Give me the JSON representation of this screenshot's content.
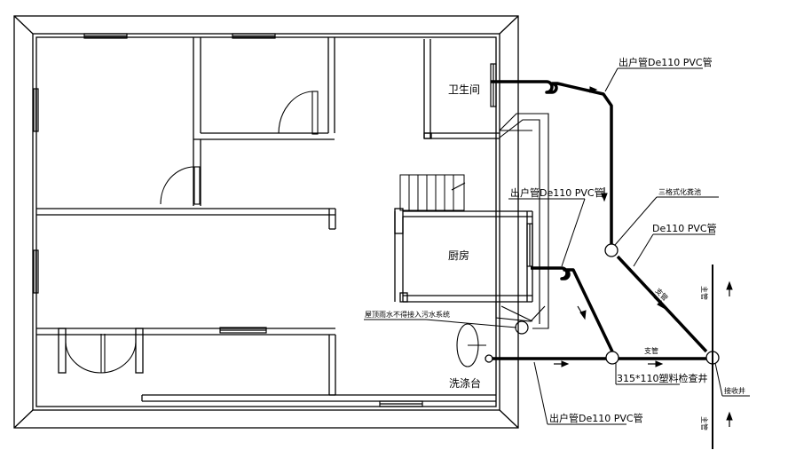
{
  "rooms": {
    "bathroom": "卫生间",
    "kitchen": "厨房",
    "wash_basin": "洗涤台"
  },
  "pipes": {
    "top_outlet": "出户管De110 PVC管",
    "mid_outlet": "出户管De110 PVC管",
    "bottom_outlet": "出户管De110 PVC管",
    "main_pipe": "De110 PVC管",
    "septic_tank": "三格式化粪池",
    "inspection_well": "315*110塑料检查井",
    "receiving_well": "接收井",
    "branch_pipe_a": "支管",
    "branch_pipe_b": "支管",
    "main_label_top": "主管",
    "main_label_bottom": "主管"
  },
  "notes": {
    "roof_rainwater": "屋顶雨水不得接入污水系统"
  },
  "colors": {
    "line": "#000000",
    "background": "#ffffff"
  }
}
